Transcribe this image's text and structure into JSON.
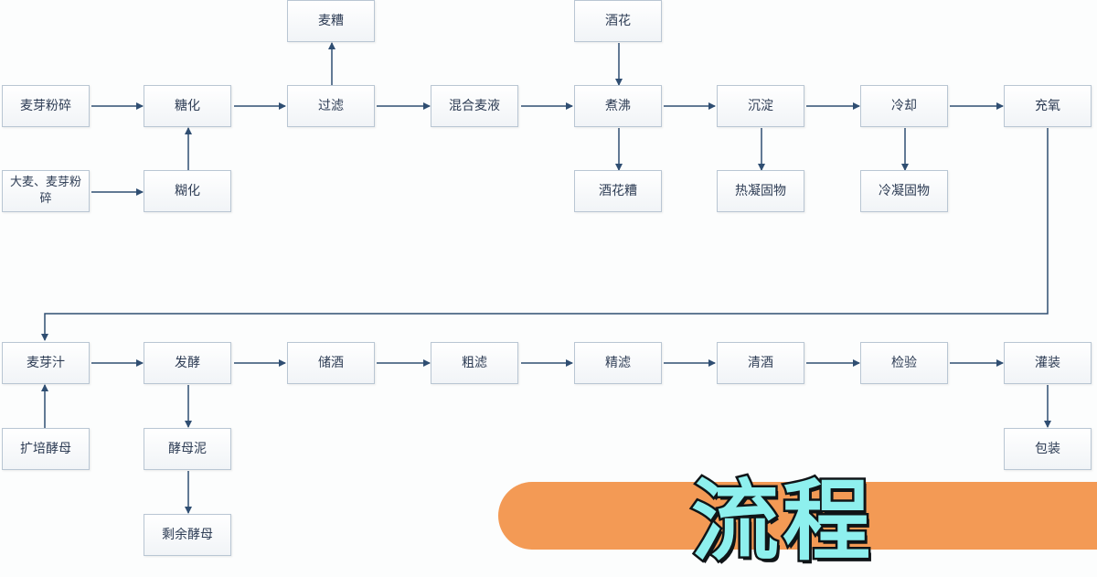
{
  "nodes": {
    "malt_crushing": "麦芽粉碎",
    "saccharification_main": "糖化",
    "barley_malt_crushing": "大麦、麦芽粉碎",
    "saccharification_side": "糊化",
    "filtration": "过滤",
    "spent_grain": "麦糟",
    "mixed_wort": "混合麦液",
    "hops": "酒花",
    "boiling": "煮沸",
    "hop_residue": "酒花糟",
    "settling": "沉淀",
    "hot_trub": "热凝固物",
    "cooling": "冷却",
    "cold_trub": "冷凝固物",
    "aeration": "充氧",
    "wort": "麦芽汁",
    "yeast_propagation": "扩培酵母",
    "fermentation": "发酵",
    "yeast_sludge": "酵母泥",
    "surplus_yeast": "剩余酵母",
    "storage": "储酒",
    "coarse_filtration": "粗滤",
    "fine_filtration": "精滤",
    "clear_beer": "清酒",
    "inspection": "检验",
    "filling": "灌装",
    "packaging": "包装"
  },
  "banner": {
    "text": "流程",
    "fill_color": "#f39a55",
    "text_color": "#8ef0ee"
  },
  "colors": {
    "arrow": "#2f4e72",
    "node_border": "#b9c6d3",
    "node_text": "#2e3d55"
  }
}
